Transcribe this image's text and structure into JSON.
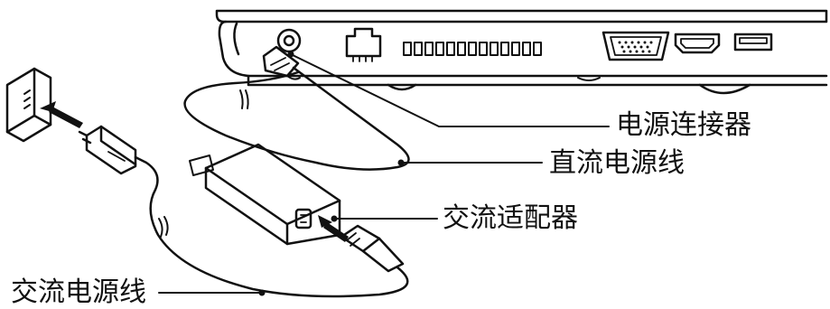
{
  "labels": {
    "dc_connector": "电源连接器",
    "dc_cord": "直流电源线",
    "ac_adapter": "交流适配器",
    "ac_cord": "交流电源线"
  },
  "colors": {
    "line": "#111111",
    "background": "#ffffff"
  },
  "icons": [
    "laptop-side-icon",
    "wall-outlet-icon",
    "ac-plug-icon",
    "ac-adapter-icon",
    "dc-plug-icon",
    "arrow-icon"
  ]
}
